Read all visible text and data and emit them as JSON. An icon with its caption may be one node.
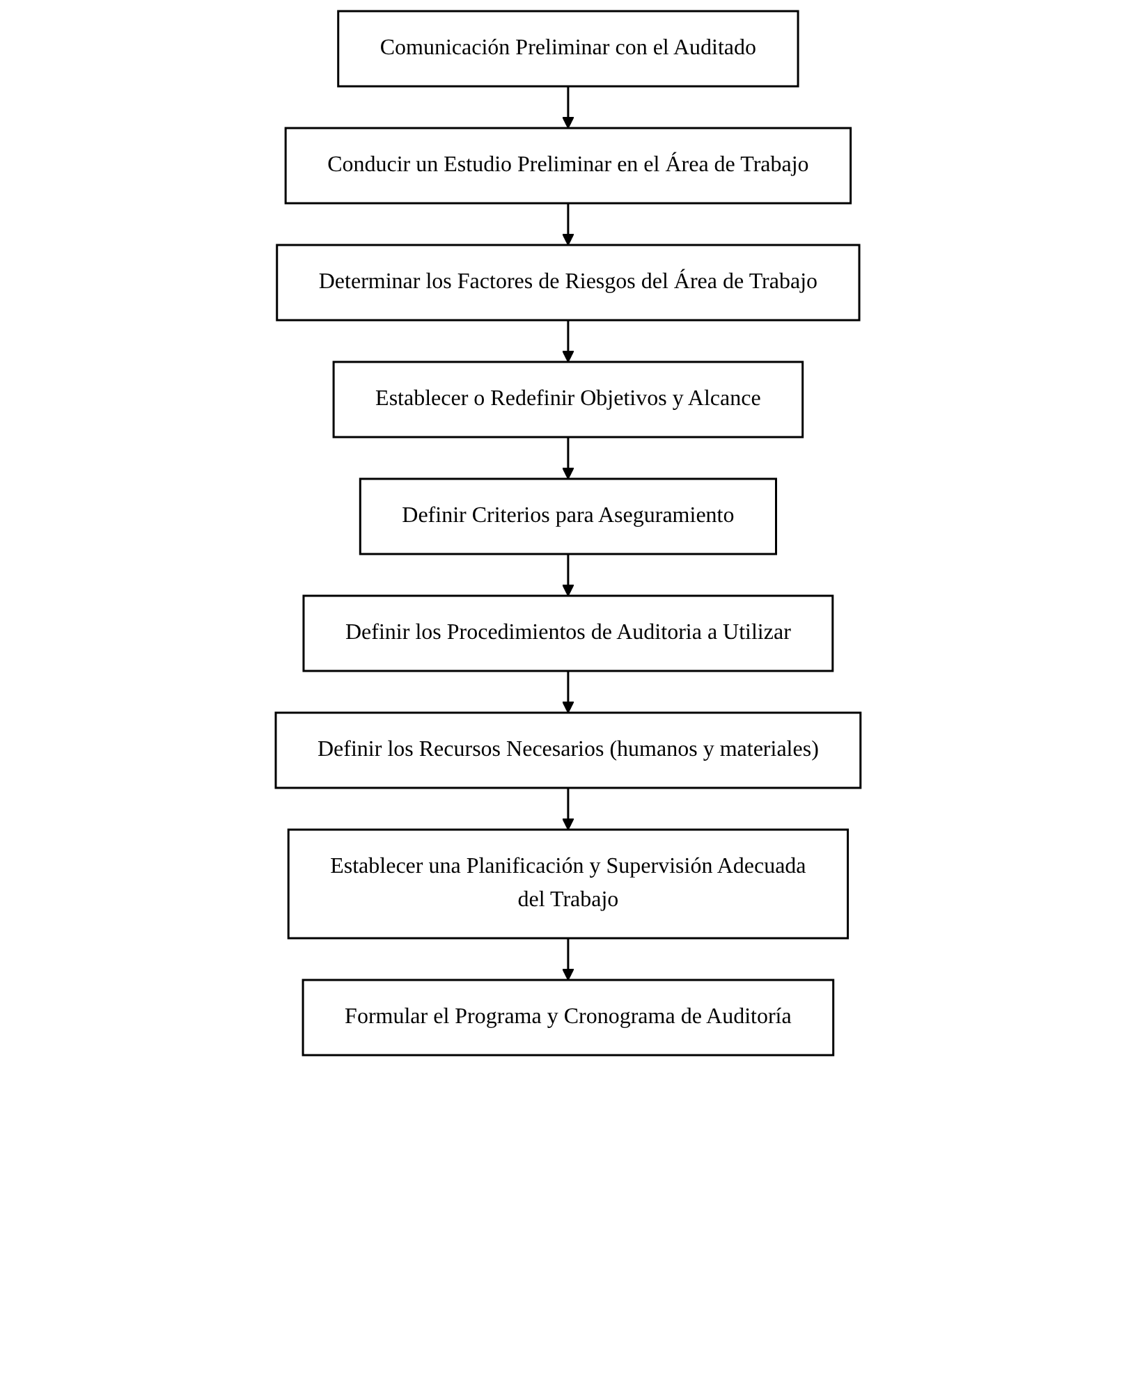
{
  "diagram": {
    "nodes": [
      {
        "text": [
          "Comunicación Preliminar con el Auditado"
        ]
      },
      {
        "text": [
          "Conducir un Estudio Preliminar en el Área de Trabajo"
        ]
      },
      {
        "text": [
          "Determinar los Factores de Riesgos del Área de Trabajo"
        ]
      },
      {
        "text": [
          "Establecer o Redefinir Objetivos y Alcance"
        ]
      },
      {
        "text": [
          "Definir Criterios para Aseguramiento"
        ]
      },
      {
        "text": [
          "Definir los Procedimientos de Auditoria a Utilizar"
        ]
      },
      {
        "text": [
          "Definir los Recursos Necesarios (humanos y materiales)"
        ]
      },
      {
        "text": [
          "Establecer una Planificación y Supervisión Adecuada del Trabajo"
        ]
      },
      {
        "text": [
          "Formular el Programa y Cronograma de Auditoría"
        ]
      }
    ],
    "edges": [
      {
        "from": 0,
        "to": 1,
        "arrow": "to"
      },
      {
        "from": 1,
        "to": 2,
        "arrow": "to"
      },
      {
        "from": 2,
        "to": 3,
        "arrow": "to"
      },
      {
        "from": 3,
        "to": 4,
        "arrow": "to"
      },
      {
        "from": 4,
        "to": 5,
        "arrow": "to"
      },
      {
        "from": 5,
        "to": 6,
        "arrow": "to"
      },
      {
        "from": 6,
        "to": 7,
        "arrow": "to"
      },
      {
        "from": 7,
        "to": 8,
        "arrow": "to"
      }
    ]
  }
}
